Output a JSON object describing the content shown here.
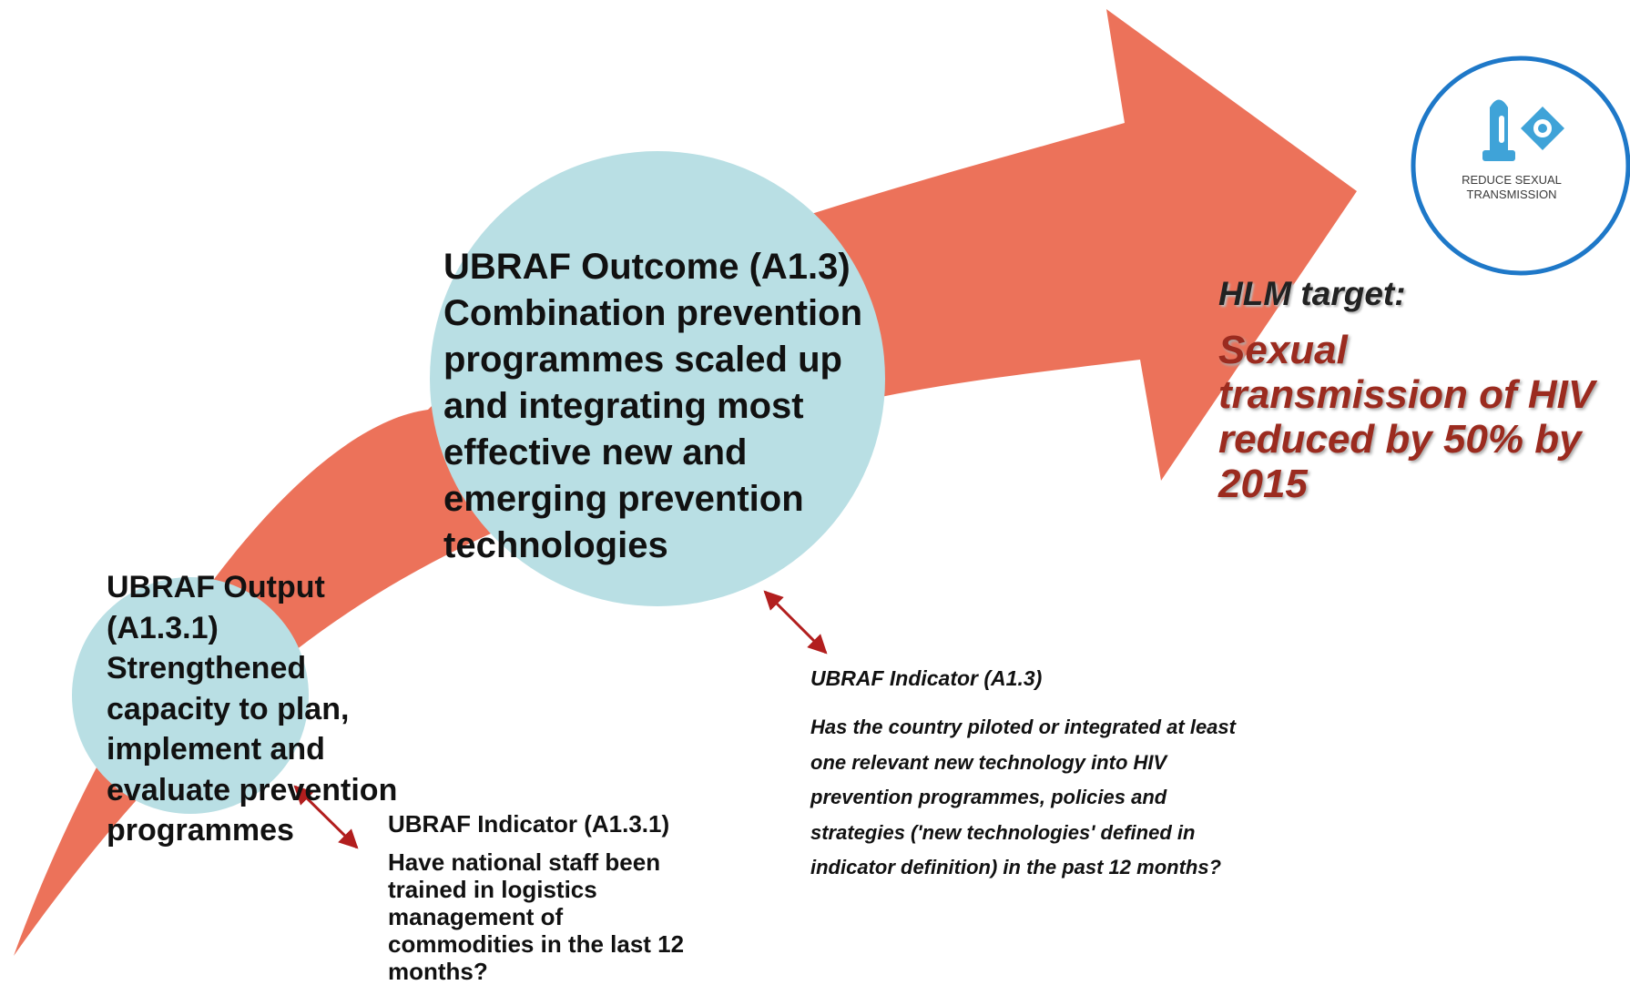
{
  "outcome": {
    "title": "UBRAF Outcome (A1.3)",
    "body": "Combination prevention programmes scaled up and integrating most effective new and emerging prevention technologies"
  },
  "output": {
    "title": "UBRAF Output (A1.3.1)",
    "body": "Strengthened capacity to plan, implement and evaluate prevention programmes"
  },
  "indicator_output": {
    "title": "UBRAF Indicator (A1.3.1)",
    "body": "Have national staff been trained in logistics management of commodities in the last 12 months?"
  },
  "indicator_outcome": {
    "title": "UBRAF Indicator (A1.3)",
    "body": "Has the country piloted or integrated at least one relevant new technology into HIV prevention programmes, policies and strategies ('new technologies' defined in indicator definition) in the past 12 months?"
  },
  "hlm": {
    "label": "HLM target:",
    "target": "Sexual transmission of HIV reduced by 50% by 2015"
  },
  "badge": {
    "text": "REDUCE SEXUAL TRANSMISSION",
    "icon": "condom-icon"
  },
  "colors": {
    "arrow": "#ec725a",
    "circle": "#b9dfe4",
    "badge_ring": "#1e78c8",
    "badge_icon": "#3fa3d8",
    "connector": "#b21e1e",
    "target_text": "#9b2b1f"
  }
}
